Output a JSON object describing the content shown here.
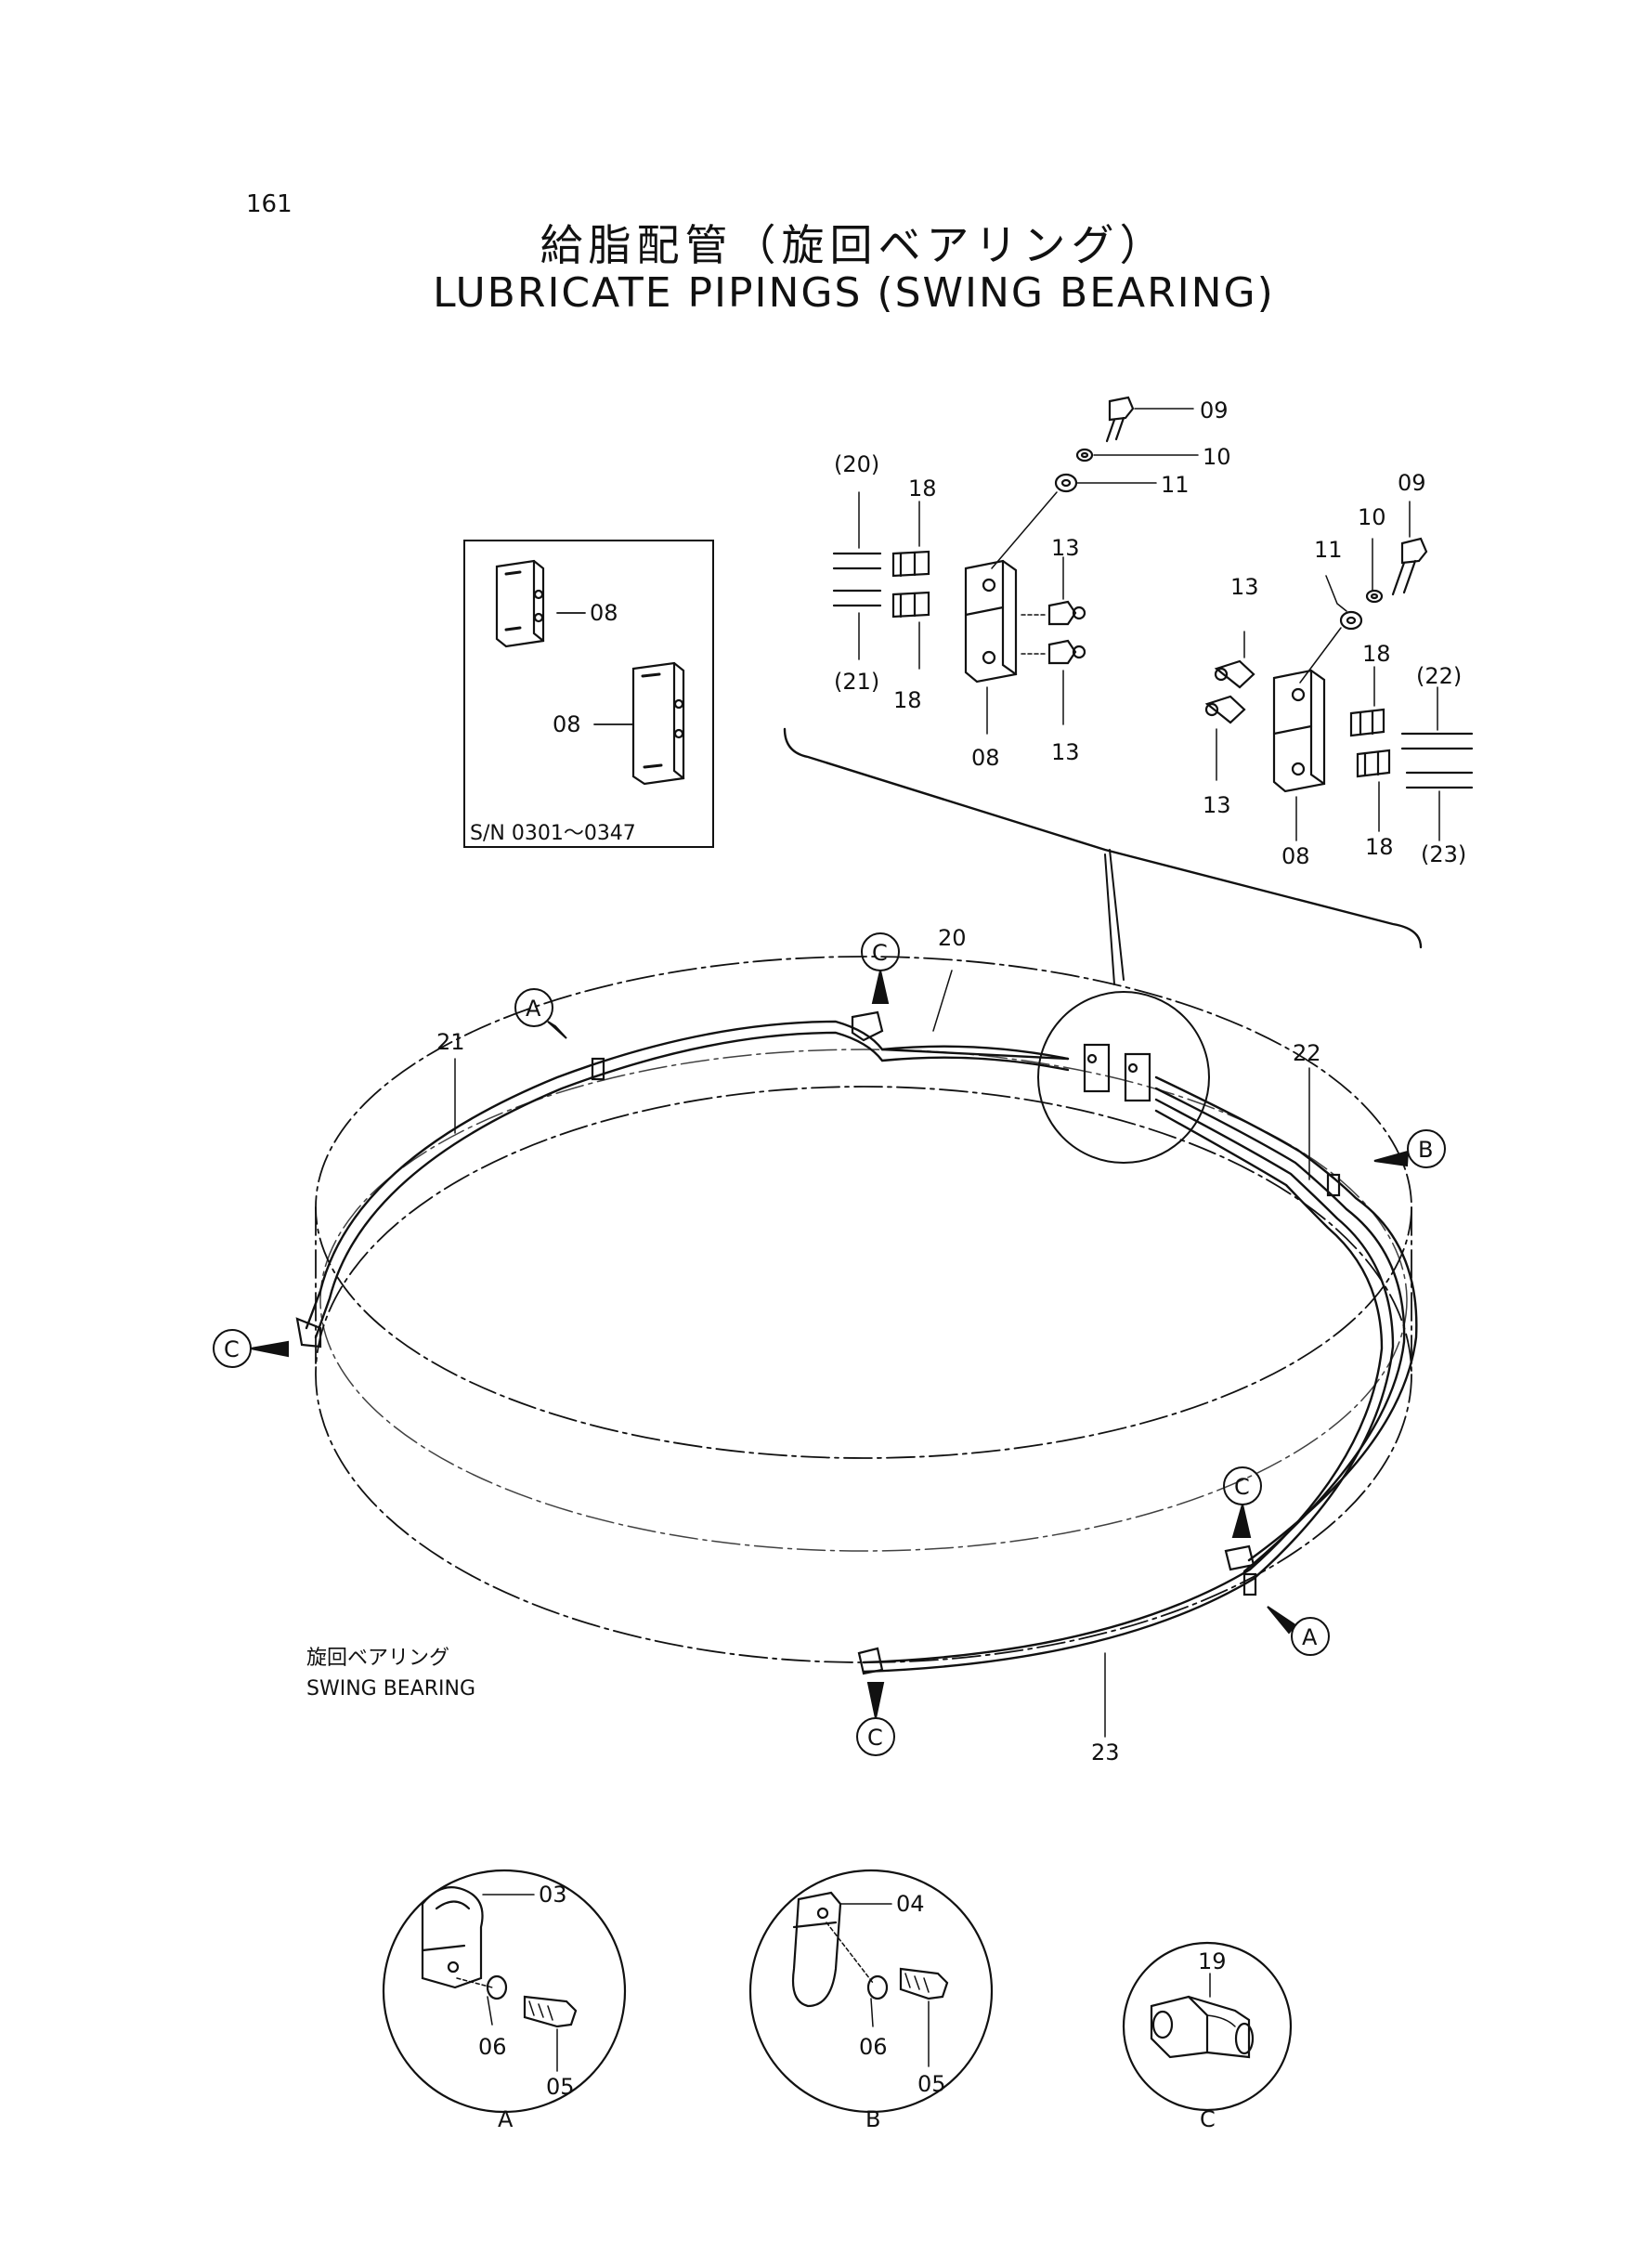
{
  "page_number": "161",
  "title_jp": "給脂配管（旋回ベアリング）",
  "title_en": "LUBRICATE PIPINGS (SWING BEARING)",
  "inset_box": {
    "part_label": "08",
    "serial_note": "S/N 0301～0347"
  },
  "detail_left": {
    "pipe_top": "(20)",
    "pipe_bottom": "(21)",
    "bolt": "09",
    "spring_washer": "10",
    "washer": "11",
    "nipple_top": "13",
    "nipple_bottom": "13",
    "connector_top": "18",
    "connector_bottom": "18",
    "block": "08"
  },
  "detail_right": {
    "pipe_top": "(22)",
    "pipe_bottom": "(23)",
    "bolt": "09",
    "spring_washer": "10",
    "washer": "11",
    "nipple_top": "13",
    "nipple_bottom": "13",
    "connector_top": "18",
    "connector_bottom": "18",
    "block": "08"
  },
  "ring_labels": {
    "pipe_20": "20",
    "pipe_21": "21",
    "pipe_22": "22",
    "pipe_23": "23"
  },
  "callouts": {
    "A": "A",
    "B": "B",
    "C": "C"
  },
  "bearing_label_jp": "旋回ベアリング",
  "bearing_label_en": "SWING BEARING",
  "detail_A": {
    "clamp": "03",
    "washer": "06",
    "bolt": "05",
    "caption": "A"
  },
  "detail_B": {
    "clamp": "04",
    "washer": "06",
    "bolt": "05",
    "caption": "B"
  },
  "detail_C": {
    "elbow": "19",
    "caption": "C"
  }
}
